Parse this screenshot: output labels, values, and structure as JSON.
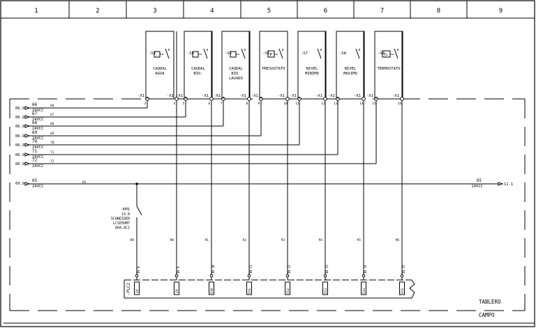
{
  "zones": [
    "1",
    "2",
    "3",
    "4",
    "5",
    "6",
    "7",
    "8",
    "9"
  ],
  "devices": [
    {
      "tag": "-S3",
      "symbol": "box",
      "lines": [
        "CAUDAL",
        "AGUA"
      ]
    },
    {
      "tag": "-S4",
      "symbol": "box",
      "lines": [
        "CAUDAL",
        "BIO."
      ]
    },
    {
      "tag": "-S5",
      "symbol": "box",
      "lines": [
        "CAUDAL",
        "BIO.",
        "LAVADO"
      ]
    },
    {
      "tag": "-S6",
      "symbol": "P",
      "lines": [
        "PRESOSTATO"
      ]
    },
    {
      "tag": "-S7",
      "symbol": "none",
      "lines": [
        "NIVEL",
        "MINIMO"
      ]
    },
    {
      "tag": "-S8",
      "symbol": "none",
      "lines": [
        "NIVEL",
        "MAXIMO"
      ]
    },
    {
      "tag": "-S9",
      "symbol": "T>",
      "lines": [
        "TERMOSTATO"
      ]
    }
  ],
  "x1_label": "-X1",
  "x1_terminals_left": [
    "3",
    "5",
    "7",
    "9",
    "11",
    "13",
    "15"
  ],
  "x1_terminals_right": [
    "4",
    "6",
    "8",
    "10",
    "12",
    "14",
    "16"
  ],
  "feed_wires": [
    {
      "ref": "06.9",
      "num": "66",
      "volt": "24VCC",
      "wire": "66"
    },
    {
      "ref": "06.9",
      "num": "67",
      "volt": "24VCC",
      "wire": "67"
    },
    {
      "ref": "06.9",
      "num": "68",
      "volt": "24VCC",
      "wire": "68"
    },
    {
      "ref": "06.9",
      "num": "69",
      "volt": "24VCC",
      "wire": "69"
    },
    {
      "ref": "06.9",
      "num": "70",
      "volt": "24VCC",
      "wire": "70"
    },
    {
      "ref": "06.9",
      "num": "71",
      "volt": "24VCC",
      "wire": "71"
    },
    {
      "ref": "06.9",
      "num": "72",
      "volt": "24VCC",
      "wire": "72"
    }
  ],
  "bus": {
    "ref_left": "09.9",
    "num": "65",
    "volt": "24VCC",
    "wire": "65",
    "ref_right": "11.1"
  },
  "contact": {
    "tag": "-KM1",
    "lines": [
      "13.8",
      "SCHNEIDER",
      "LC1D50M7",
      "80A-AC1"
    ]
  },
  "drop_wires": [
    "89",
    "90",
    "91",
    "92",
    "93",
    "94",
    "95",
    "96"
  ],
  "plc_label": "-PLC2",
  "plc_inputs": [
    "IN 8",
    "IN 9",
    "IN 10",
    "IN 11",
    "IN 12",
    "IN 13",
    "IN 14",
    "IN 15"
  ],
  "plc_addr": [
    "I8",
    "I9",
    "I10",
    "I11",
    "I12",
    "I13",
    "I14",
    "I15"
  ],
  "labels": {
    "tablero": "TABLERO",
    "campo": "CAMPO"
  }
}
